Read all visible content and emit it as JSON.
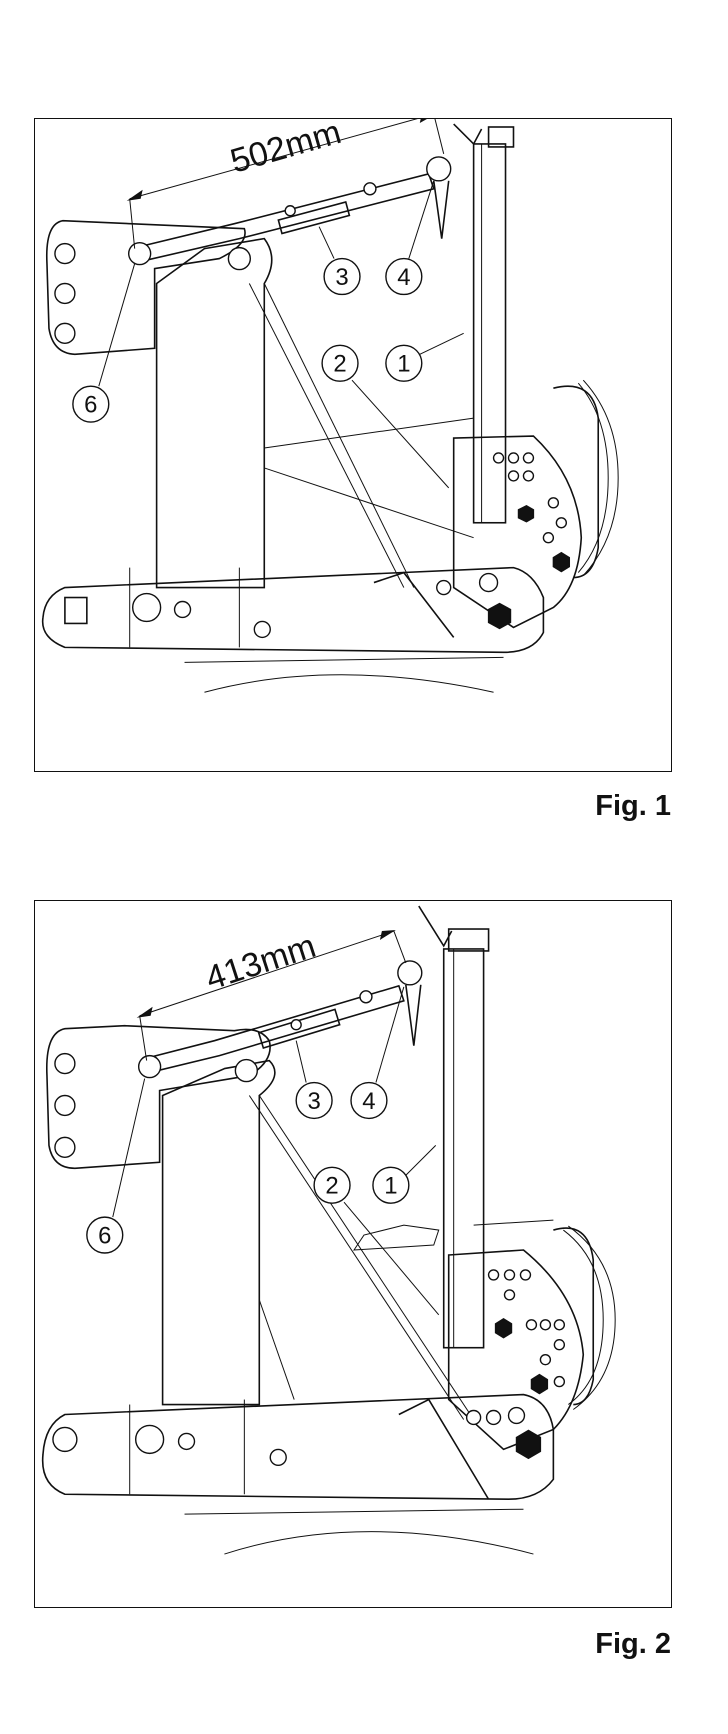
{
  "figures": [
    {
      "caption": "Fig. 1",
      "dimension": "502mm",
      "callouts": {
        "c1": "1",
        "c2": "2",
        "c3": "3",
        "c4": "4",
        "c6": "6"
      }
    },
    {
      "caption": "Fig. 2",
      "dimension": "413mm",
      "callouts": {
        "c1": "1",
        "c2": "2",
        "c3": "3",
        "c4": "4",
        "c6": "6"
      }
    }
  ]
}
